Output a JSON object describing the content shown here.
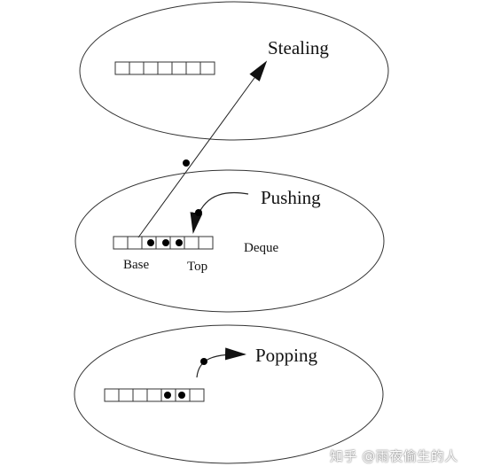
{
  "diagram": {
    "stealing_label": "Stealing",
    "pushing_label": "Pushing",
    "popping_label": "Popping",
    "deque_label": "Deque",
    "base_label": "Base",
    "top_label": "Top"
  },
  "watermark": {
    "text": "知乎 @雨夜偷生的人"
  },
  "colors": {
    "stroke": "#333333",
    "dot": "#000000",
    "background": "#ffffff"
  }
}
